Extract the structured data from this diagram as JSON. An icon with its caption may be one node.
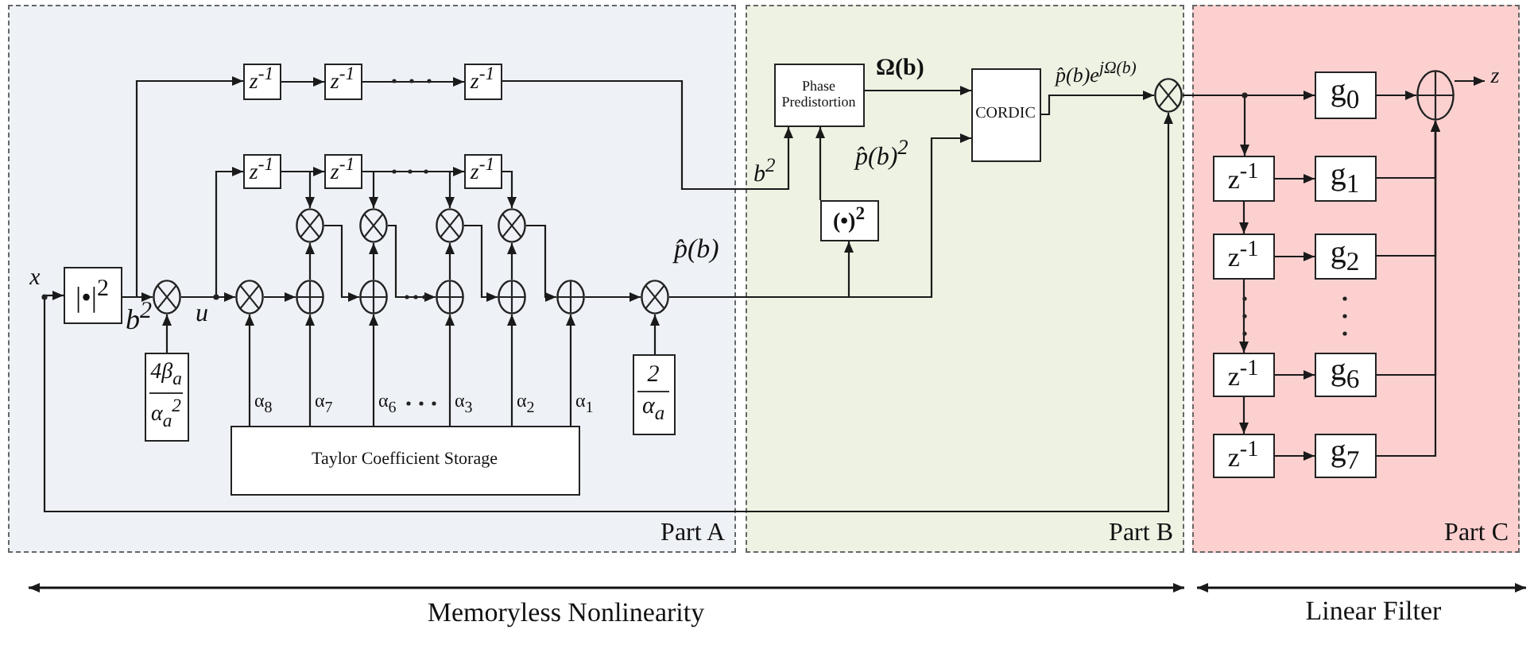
{
  "diagram": {
    "nodes": [
      {
        "text": [
          "Part A"
        ]
      },
      {
        "text": [
          "Part B"
        ]
      },
      {
        "text": [
          "Part C"
        ]
      },
      {
        "text": [
          "|•|$^{2}$"
        ],
        "in": 0
      },
      {
        "text": [],
        "shape": "circle",
        "in": 0
      },
      {
        "text": [
          "4β$_{a}$",
          "α$_{a}$$^{2}$"
        ],
        "in": 0
      },
      {
        "text": [
          "z$^{-1}$"
        ],
        "in": 0
      },
      {
        "text": [
          "z$^{-1}$"
        ],
        "in": 0
      },
      {
        "text": [
          "z$^{-1}$"
        ],
        "in": 0
      },
      {
        "text": [
          "z$^{-1}$"
        ],
        "in": 0
      },
      {
        "text": [
          "z$^{-1}$"
        ],
        "in": 0
      },
      {
        "text": [
          "z$^{-1}$"
        ],
        "in": 0
      },
      {
        "text": [],
        "shape": "circle",
        "in": 0
      },
      {
        "text": [],
        "shape": "circle",
        "in": 0
      },
      {
        "text": [],
        "shape": "circle",
        "in": 0
      },
      {
        "text": [],
        "shape": "circle",
        "in": 0
      },
      {
        "text": [],
        "shape": "circle",
        "in": 0
      },
      {
        "text": [],
        "shape": "circle",
        "in": 0
      },
      {
        "text": [],
        "shape": "circle",
        "in": 0
      },
      {
        "text": [],
        "shape": "circle",
        "in": 0
      },
      {
        "text": [],
        "shape": "circle",
        "in": 0
      },
      {
        "text": [],
        "shape": "circle",
        "in": 0
      },
      {
        "text": [],
        "shape": "circle",
        "in": 0
      },
      {
        "text": [
          "2",
          "α$_{a}$"
        ],
        "in": 0
      },
      {
        "text": [
          "Taylor Coefficient Storage"
        ],
        "in": 0
      },
      {
        "text": [
          "Phase Predistortion"
        ],
        "in": 1
      },
      {
        "text": [
          "CORDIC"
        ],
        "in": 1
      },
      {
        "text": [
          "(•)$^{2}$"
        ],
        "in": 1
      },
      {
        "text": [],
        "shape": "circle",
        "in": 1
      },
      {
        "text": [
          "g$_{0}$"
        ],
        "in": 2
      },
      {
        "text": [
          "z$^{-1}$"
        ],
        "in": 2
      },
      {
        "text": [
          "g$_{1}$"
        ],
        "in": 2
      },
      {
        "text": [
          "z$^{-1}$"
        ],
        "in": 2
      },
      {
        "text": [
          "g$_{2}$"
        ],
        "in": 2
      },
      {
        "text": [
          "z$^{-1}$"
        ],
        "in": 2
      },
      {
        "text": [
          "g$_{6}$"
        ],
        "in": 2
      },
      {
        "text": [
          "z$^{-1}$"
        ],
        "in": 2
      },
      {
        "text": [
          "g$_{7}$"
        ],
        "in": 2
      },
      {
        "text": [],
        "shape": "circle",
        "in": 2
      },
      {
        "text": [
          "x"
        ],
        "in": 0
      },
      {
        "text": [
          "z"
        ],
        "in": 2
      }
    ],
    "edges": [
      {
        "from": 39,
        "to": 3,
        "arrow": "to"
      },
      {
        "from": 3,
        "to": 4,
        "arrow": "to"
      },
      {
        "from": 3,
        "to": 6,
        "arrow": "to"
      },
      {
        "from": 6,
        "to": 7,
        "arrow": "to"
      },
      {
        "from": 7,
        "to": 8,
        "arrow": "to"
      },
      {
        "from": 8,
        "to": 25,
        "arrow": "to"
      },
      {
        "from": 5,
        "to": 4,
        "arrow": "to"
      },
      {
        "from": 4,
        "to": 12,
        "arrow": "to"
      },
      {
        "from": 4,
        "to": 9,
        "arrow": "to"
      },
      {
        "from": 9,
        "to": 10,
        "arrow": "to"
      },
      {
        "from": 10,
        "to": 11,
        "arrow": "to"
      },
      {
        "from": 9,
        "to": 13,
        "arrow": "to"
      },
      {
        "from": 10,
        "to": 14,
        "arrow": "to"
      },
      {
        "from": 10,
        "to": 15,
        "arrow": "to"
      },
      {
        "from": 11,
        "to": 16,
        "arrow": "to"
      },
      {
        "from": 12,
        "to": 17,
        "arrow": "to"
      },
      {
        "from": 17,
        "to": 13,
        "arrow": "to"
      },
      {
        "from": 13,
        "to": 18,
        "arrow": "to"
      },
      {
        "from": 18,
        "to": 14,
        "arrow": "to"
      },
      {
        "from": 14,
        "to": 19,
        "arrow": "to"
      },
      {
        "from": 19,
        "to": 15,
        "arrow": "to"
      },
      {
        "from": 15,
        "to": 20,
        "arrow": "to"
      },
      {
        "from": 20,
        "to": 16,
        "arrow": "to"
      },
      {
        "from": 16,
        "to": 21,
        "arrow": "to"
      },
      {
        "from": 21,
        "to": 22,
        "arrow": "to"
      },
      {
        "from": 23,
        "to": 22,
        "arrow": "to"
      },
      {
        "from": 24,
        "to": 12,
        "arrow": "to"
      },
      {
        "from": 24,
        "to": 17,
        "arrow": "to"
      },
      {
        "from": 24,
        "to": 18,
        "arrow": "to"
      },
      {
        "from": 24,
        "to": 19,
        "arrow": "to"
      },
      {
        "from": 24,
        "to": 20,
        "arrow": "to"
      },
      {
        "from": 24,
        "to": 21,
        "arrow": "to"
      },
      {
        "from": 22,
        "to": 27,
        "arrow": "to"
      },
      {
        "from": 22,
        "to": 26,
        "arrow": "to"
      },
      {
        "from": 27,
        "to": 25,
        "arrow": "to"
      },
      {
        "from": 25,
        "to": 26,
        "arrow": "to"
      },
      {
        "from": 26,
        "to": 28,
        "arrow": "to"
      },
      {
        "from": 39,
        "to": 28,
        "arrow": "to"
      },
      {
        "from": 28,
        "to": 29,
        "arrow": "to"
      },
      {
        "from": 28,
        "to": 30,
        "arrow": "to"
      },
      {
        "from": 30,
        "to": 31,
        "arrow": "to"
      },
      {
        "from": 30,
        "to": 32,
        "arrow": "to"
      },
      {
        "from": 32,
        "to": 33,
        "arrow": "to"
      },
      {
        "from": 32,
        "to": 34,
        "arrow": "to"
      },
      {
        "from": 34,
        "to": 35,
        "arrow": "to"
      },
      {
        "from": 34,
        "to": 36,
        "arrow": "to"
      },
      {
        "from": 36,
        "to": 37,
        "arrow": "to"
      },
      {
        "from": 29,
        "to": 38,
        "arrow": "to"
      },
      {
        "from": 31,
        "to": 38,
        "arrow": "to"
      },
      {
        "from": 33,
        "to": 38,
        "arrow": "to"
      },
      {
        "from": 35,
        "to": 38,
        "arrow": "to"
      },
      {
        "from": 37,
        "to": 38,
        "arrow": "to"
      },
      {
        "from": 38,
        "to": 40,
        "arrow": "to"
      }
    ],
    "labels": [
      "Ω(b)",
      "p̂(b)e$^{jΩ(b)}$",
      "b$^{2}$",
      "p̂(b)$^{2}$",
      "p̂(b)",
      "b$^{2}$",
      "u",
      "α$_{8}$",
      "α$_{7}$",
      "α$_{6}$",
      "α$_{3}$",
      "α$_{2}$",
      "α$_{1}$",
      "Memoryless Nonlinearity",
      "Linear Filter"
    ]
  }
}
